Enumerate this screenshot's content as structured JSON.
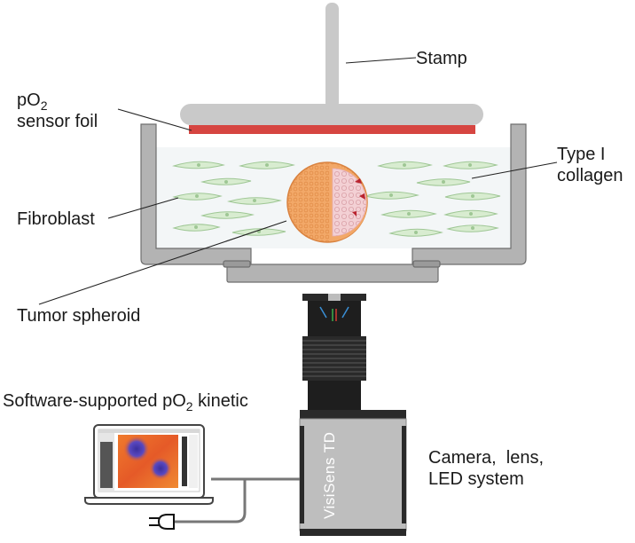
{
  "labels": {
    "stamp": "Stamp",
    "po2_prefix": "pO",
    "po2_sub": "2",
    "sensor_foil": "sensor foil",
    "type_i": "Type I",
    "collagen": "collagen",
    "fibroblast": "Fibroblast",
    "tumor_spheroid": "Tumor spheroid",
    "software_prefix": "Software-supported pO",
    "software_sub": "2",
    "software_suffix": " kinetic",
    "camera_line1": "Camera,  lens,",
    "camera_line2": "LED system",
    "device_brand": "VisiSens TD"
  },
  "colors": {
    "stamp": "#c9c9c9",
    "sensor_foil": "#d64541",
    "dish_wall": "#b3b3b3",
    "dish_outline": "#6e6e6e",
    "collagen_fill": "#f3f6f7",
    "fibroblast_fill": "#d8ecd0",
    "fibroblast_stroke": "#9fc795",
    "spheroid_outer": "#f2a868",
    "spheroid_inner": "#f3d0d4",
    "camera_body": "#bebebe",
    "lens_dark": "#2a2a2a",
    "heatmap_bg": "#e9632a",
    "heatmap_spot": "#4a3fb3"
  },
  "icons": [
    "power-plug-icon",
    "laptop-icon"
  ]
}
